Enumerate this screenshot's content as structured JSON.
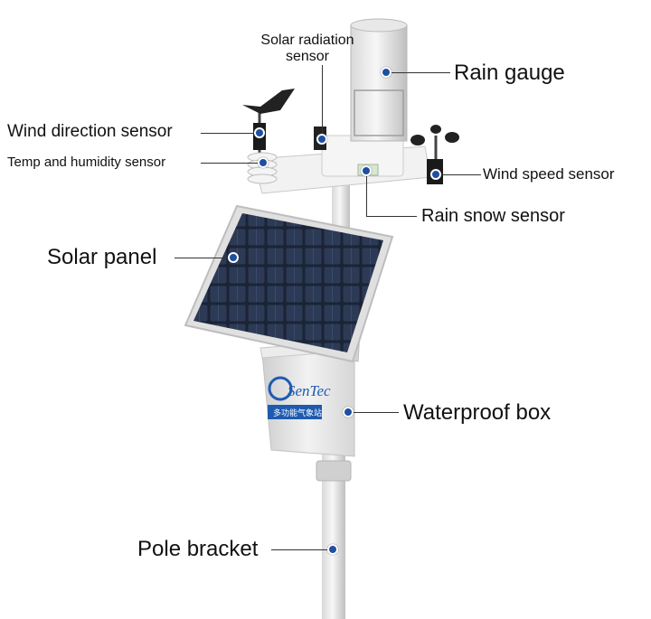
{
  "labels": {
    "solar_radiation": "Solar radiation\nsensor",
    "rain_gauge": "Rain gauge",
    "wind_direction": "Wind direction sensor",
    "temp_humidity": "Temp and humidity sensor",
    "wind_speed": "Wind speed sensor",
    "rain_snow": "Rain snow sensor",
    "solar_panel": "Solar panel",
    "waterproof_box": "Waterproof box",
    "pole_bracket": "Pole bracket"
  },
  "box_brand": "SenTec",
  "box_subtitle": "多功能气象站",
  "colors": {
    "marker": "#1d4fa3",
    "badge": "#1e5bb0"
  }
}
